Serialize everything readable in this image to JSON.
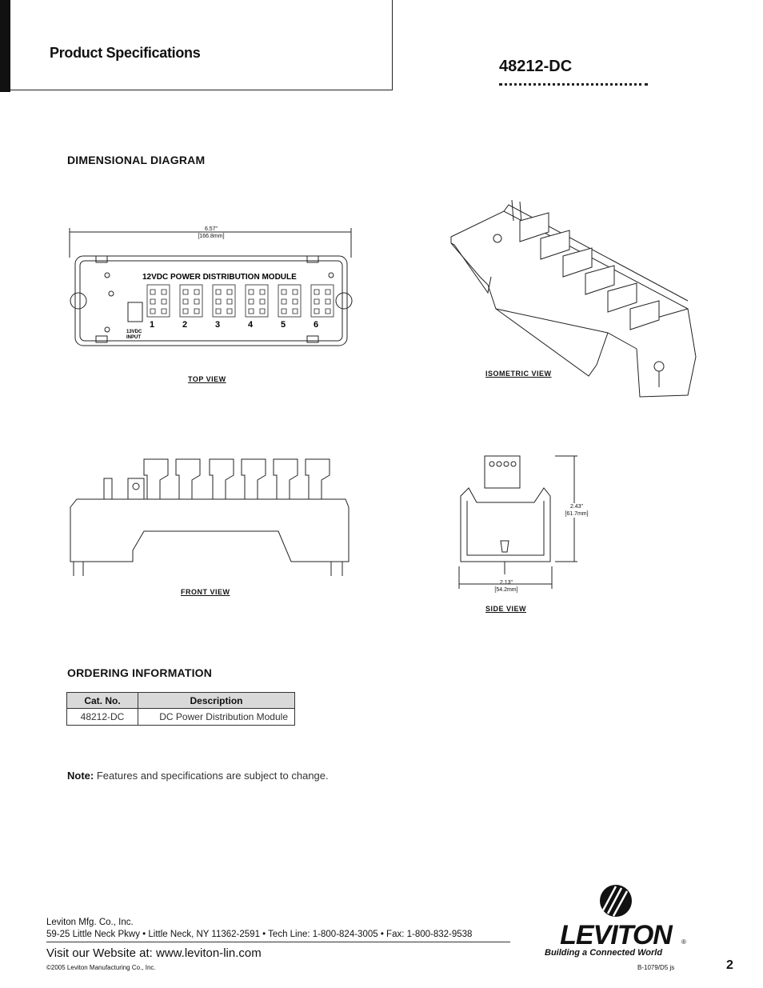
{
  "header": {
    "title": "Product Specifications",
    "model": "48212-DC"
  },
  "dimensional": {
    "heading": "DIMENSIONAL DIAGRAM",
    "top_view": {
      "label": "TOP VIEW",
      "width_in": "6.57\"",
      "width_mm": "[166.8mm]",
      "module_label": "12VDC POWER DISTRIBUTION MODULE",
      "ports": [
        "1",
        "2",
        "3",
        "4",
        "5",
        "6"
      ],
      "input_label_1": "13VDC",
      "input_label_2": "INPUT"
    },
    "isometric_view": {
      "label": "ISOMETRIC VIEW"
    },
    "front_view": {
      "label": "FRONT VIEW"
    },
    "side_view": {
      "label": "SIDE VIEW",
      "height_in": "2.43\"",
      "height_mm": "[61.7mm]",
      "width_in": "2.13\"",
      "width_mm": "[54.2mm]"
    }
  },
  "ordering": {
    "heading": "ORDERING INFORMATION",
    "columns": [
      "Cat. No.",
      "Description"
    ],
    "rows": [
      [
        "48212-DC",
        "DC Power Distribution Module"
      ]
    ]
  },
  "note": {
    "label": "Note:",
    "text": "Features and specifications are subject to change."
  },
  "footer": {
    "company": "Leviton Mfg. Co., Inc.",
    "address": "59-25 Little Neck Pkwy • Little Neck, NY 11362-2591 • Tech Line: 1-800-824-3005  • Fax: 1-800-832-9538",
    "website": "Visit our Website at: www.leviton-lin.com",
    "copyright": "©2005 Leviton Manufacturing Co., Inc.",
    "brand": "LEVITON",
    "registered": "®",
    "tagline": "Building a Connected World",
    "doc_number": "B-1079/D5 js",
    "page_number": "2"
  },
  "colors": {
    "text": "#111111",
    "table_header_bg": "#d9d9d9",
    "rule": "#222222"
  }
}
